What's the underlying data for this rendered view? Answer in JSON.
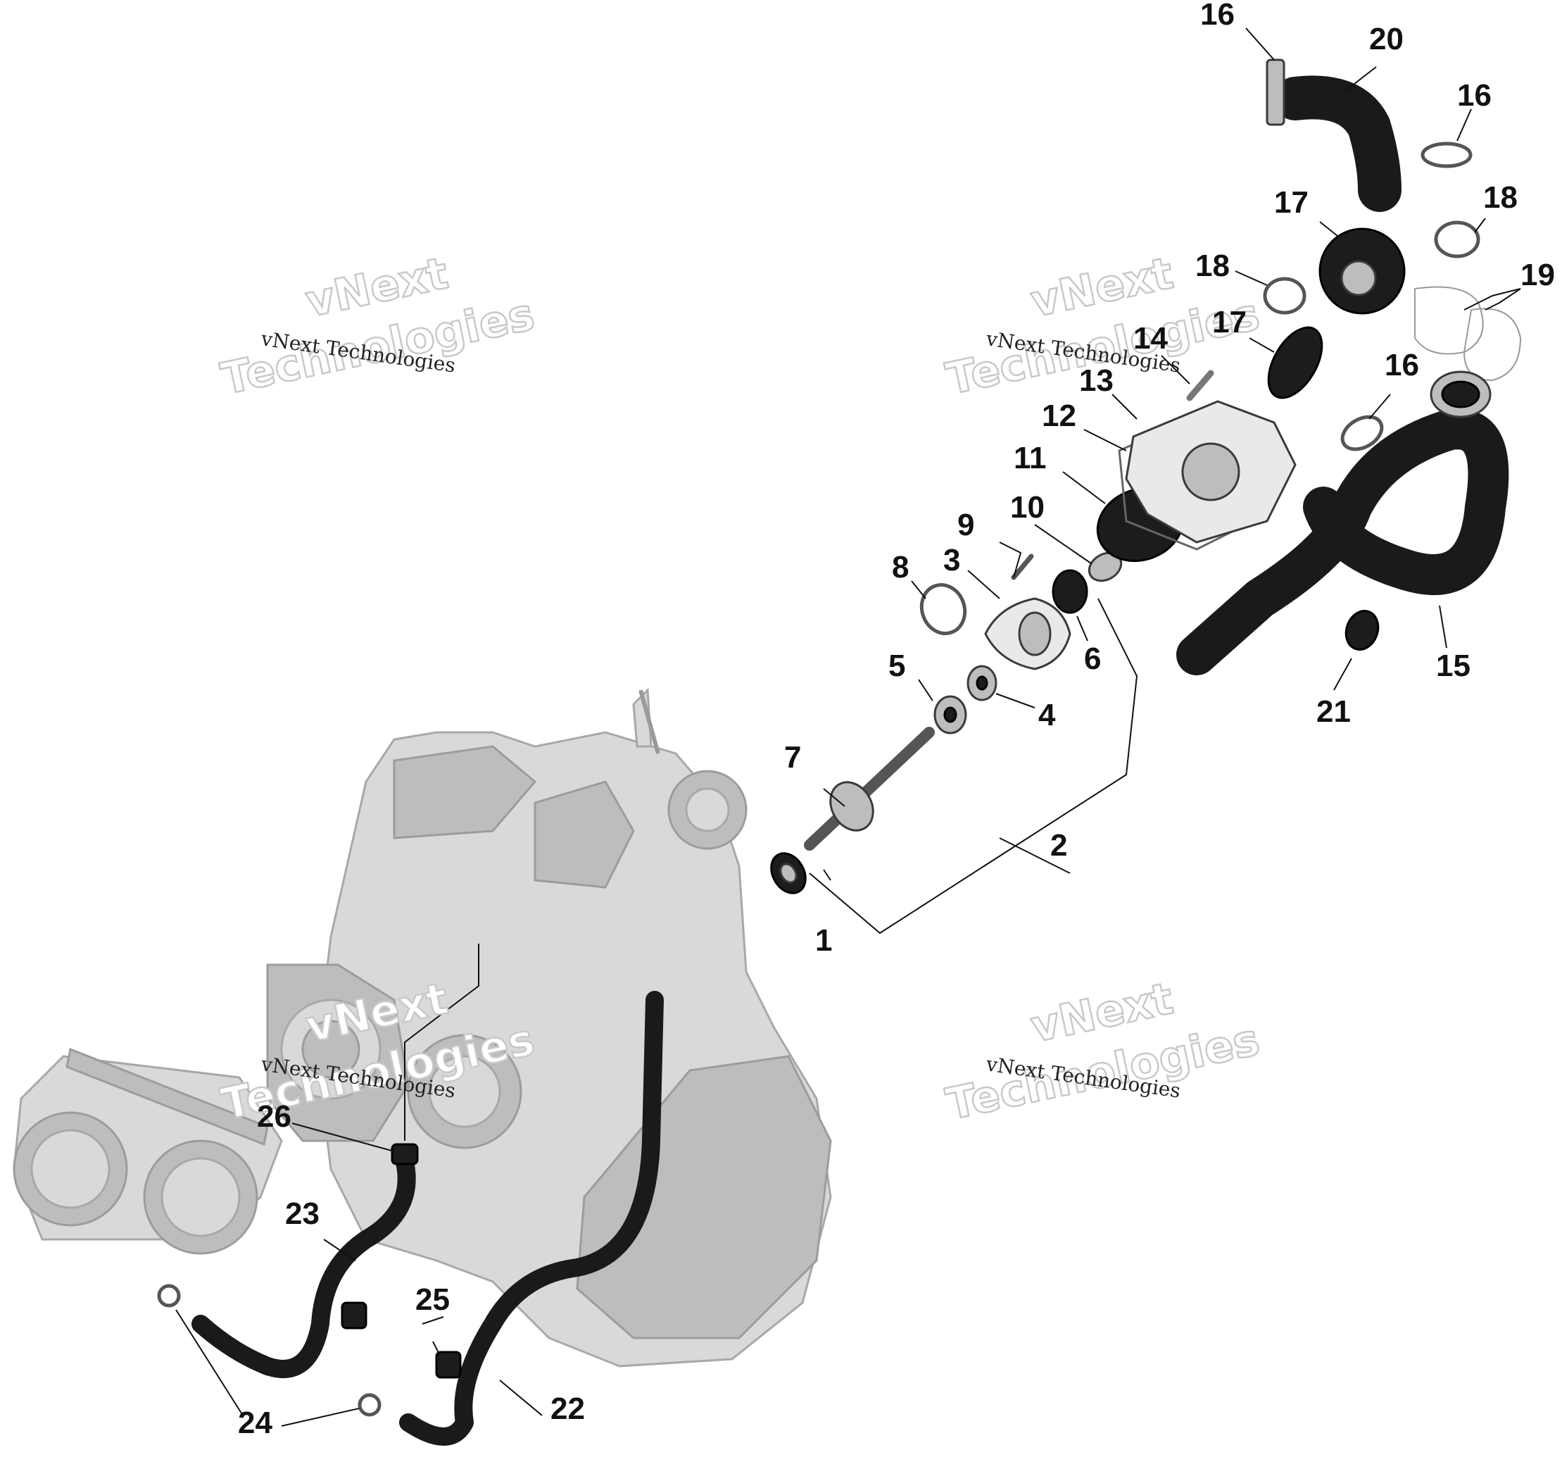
{
  "callouts": {
    "c1": "1",
    "c2": "2",
    "c3": "3",
    "c4": "4",
    "c5": "5",
    "c6": "6",
    "c7": "7",
    "c8": "8",
    "c9": "9",
    "c10": "10",
    "c11": "11",
    "c12": "12",
    "c13": "13",
    "c14": "14",
    "c15": "15",
    "c16a": "16",
    "c16b": "16",
    "c16c": "16",
    "c17a": "17",
    "c17b": "17",
    "c18a": "18",
    "c18b": "18",
    "c19": "19",
    "c20": "20",
    "c21": "21",
    "c22": "22",
    "c23": "23",
    "c24": "24",
    "c25": "25",
    "c26": "26"
  },
  "watermarks": {
    "small_text": "vNext Technologies",
    "large_line1": "vNext",
    "large_line2": "Technologies"
  }
}
